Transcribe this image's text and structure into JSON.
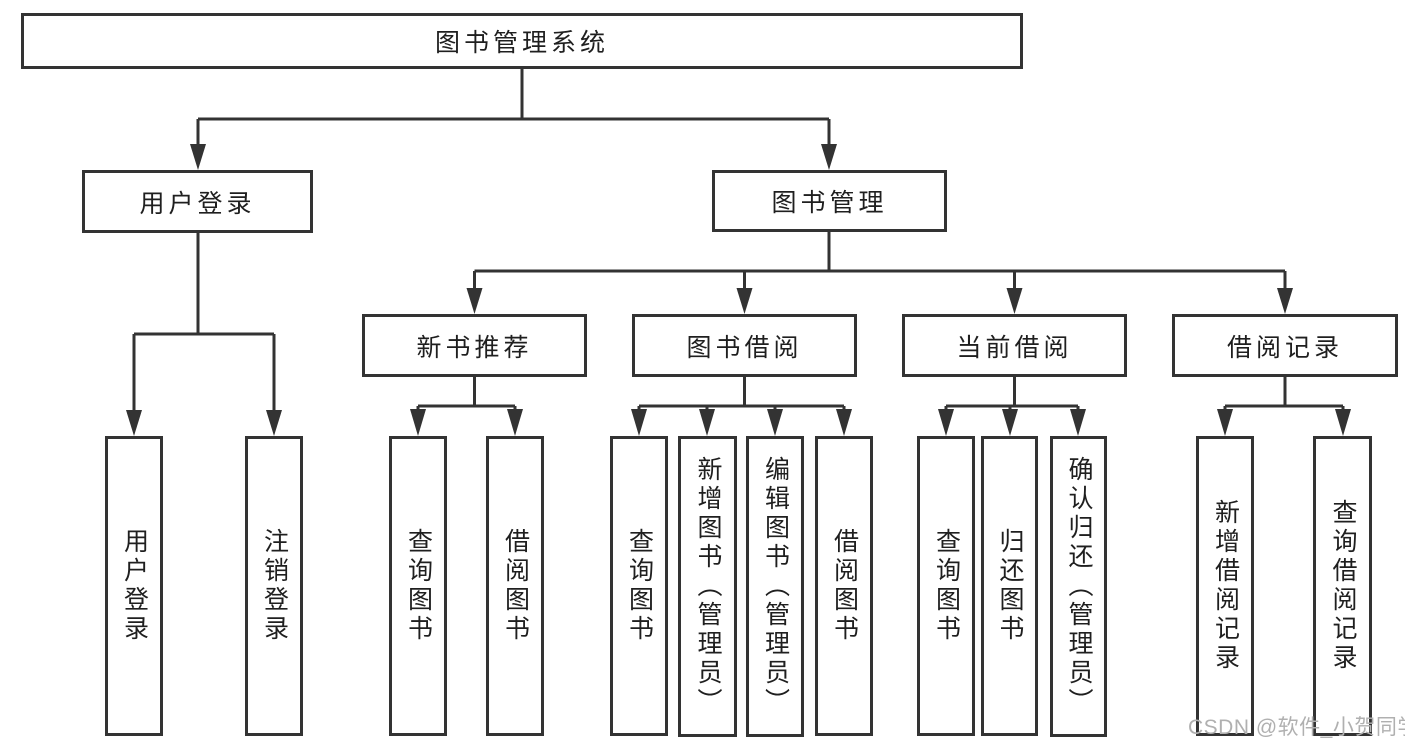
{
  "diagram": {
    "root_label": "图书管理系统",
    "level2": {
      "user_login": "用户登录",
      "book_management": "图书管理"
    },
    "level3": {
      "new_book_recommend": "新书推荐",
      "book_borrowing": "图书借阅",
      "current_borrowing": "当前借阅",
      "borrowing_records": "借阅记录"
    },
    "user_login_children": [
      "用户登录",
      "注销登录"
    ],
    "new_book_recommend_children": [
      "查询图书",
      "借阅图书"
    ],
    "book_borrowing_children": [
      "查询图书",
      "新增图书（管理员）",
      "编辑图书（管理员）",
      "借阅图书"
    ],
    "current_borrowing_children": [
      "查询图书",
      "归还图书",
      "确认归还（管理员）"
    ],
    "borrowing_records_children": [
      "新增借阅记录",
      "查询借阅记录"
    ]
  },
  "watermark": "CSDN @软件_小贺同学",
  "colors": {
    "line": "#333333",
    "text": "#1f1f1f",
    "watermark": "#b0b0b0",
    "background": "#ffffff"
  }
}
